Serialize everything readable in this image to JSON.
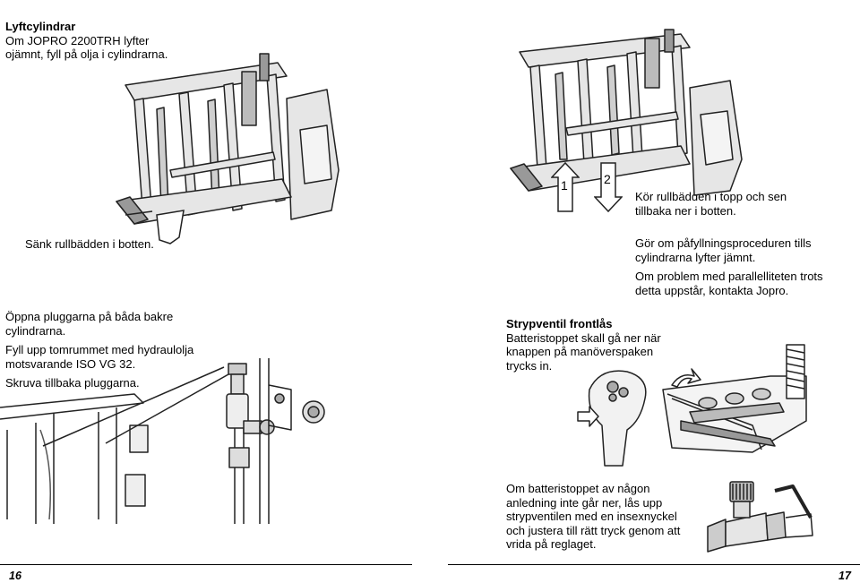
{
  "left_page": {
    "heading": "Lyftcylindrar",
    "intro": "Om JOPRO 2200TRH lyfter ojämnt, fyll på olja i cylindrarna.",
    "step_lower": "Sänk rullbädden i botten.",
    "step_open": "Öppna pluggarna på båda bakre cylindrarna.",
    "step_fill": "Fyll upp tomrummet med hydraulolja motsvarande ISO VG 32.",
    "step_screw": "Skruva tillbaka pluggarna.",
    "page_number": "16"
  },
  "right_page": {
    "step_raise": "Kör rullbädden i topp och sen tillbaka ner i botten.",
    "step_repeat": "Gör om påfyllningsproceduren tills cylindrarna lyfter jämnt.",
    "step_contact": "Om problem med parallelliteten trots detta uppstår, kontakta Jopro.",
    "valve_heading": "Strypventil frontlås",
    "valve_text": "Batteristoppet skall gå ner när knappen på manöverspaken trycks in.",
    "box_text": "Om batteristoppet av någon anledning inte går ner, lås upp strypventilen med en insexnyckel och justera till rätt tryck genom att vrida på reglaget.",
    "arrow_1": "1",
    "arrow_2": "2",
    "page_number": "17"
  }
}
